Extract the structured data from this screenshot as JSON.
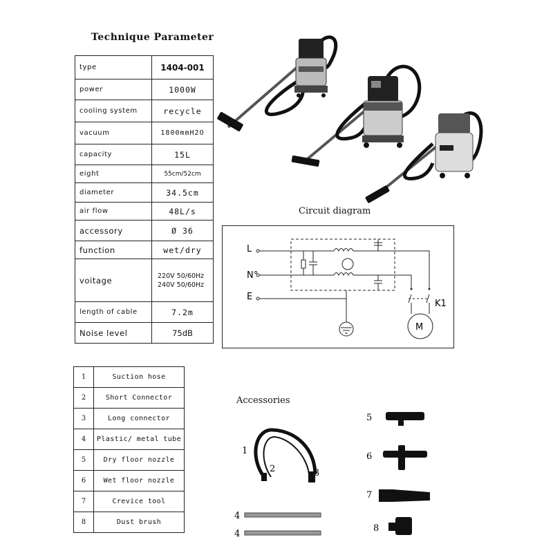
{
  "technique_parameter": {
    "title": "Technique Parameter",
    "rows": [
      {
        "label": "type",
        "value": "1404-001"
      },
      {
        "label": "power",
        "value": "1000W"
      },
      {
        "label": "cooling system",
        "value": "recycle"
      },
      {
        "label": "vacuum",
        "value": "1800mmH2O"
      },
      {
        "label": "capacity",
        "value": "15L"
      },
      {
        "label": "eight",
        "value": "55cm/52cm"
      },
      {
        "label": "diameter",
        "value": "34.5cm"
      },
      {
        "label": "air flow",
        "value": "48L/s"
      },
      {
        "label": "accessory",
        "value": "Ø 36"
      },
      {
        "label": "function",
        "value": "wet/dry"
      },
      {
        "label": "voitage",
        "value": "220V 50/60Hz",
        "value2": "240V 50/60Hz"
      },
      {
        "label": "length of cable",
        "value": "7.2m"
      },
      {
        "label": "Noise level",
        "value": "75dB"
      }
    ]
  },
  "circuit": {
    "title": "Circuit diagram",
    "labels": {
      "l": "L",
      "n": "N°",
      "e": "E",
      "k1": "K1",
      "motor": "M"
    }
  },
  "accessory_list": {
    "items": [
      {
        "num": "1",
        "name": "Suction hose"
      },
      {
        "num": "2",
        "name": "Short Connector"
      },
      {
        "num": "3",
        "name": "Long connector"
      },
      {
        "num": "4",
        "name": "Plastic/ metal tube"
      },
      {
        "num": "5",
        "name": "Dry floor nozzle"
      },
      {
        "num": "6",
        "name": "Wet floor nozzle"
      },
      {
        "num": "7",
        "name": "Crevice tool"
      },
      {
        "num": "8",
        "name": "Dust brush"
      }
    ]
  },
  "accessories": {
    "title": "Accessories",
    "callouts": {
      "hose": "1",
      "short": "2",
      "long": "3",
      "tube_a": "4",
      "tube_b": "4",
      "dry": "5",
      "wet": "6",
      "crevice": "7",
      "brush": "8"
    }
  }
}
